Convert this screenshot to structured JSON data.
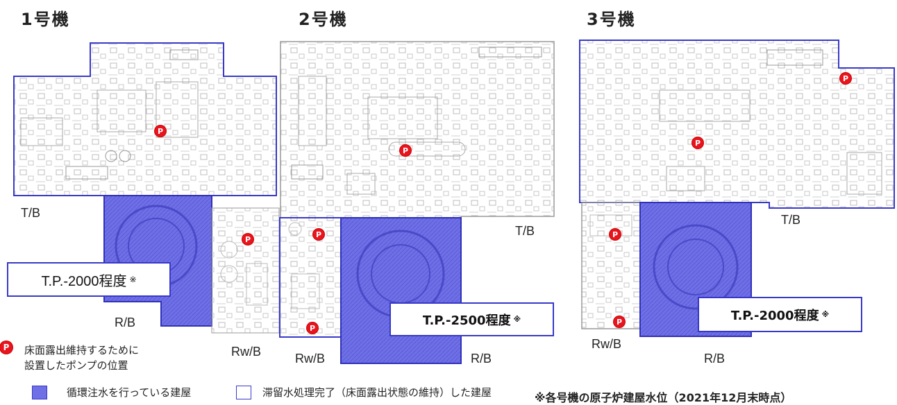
{
  "units": [
    {
      "title": "1号機",
      "turbine": "T/B",
      "reactor": "R/B",
      "water_level": "T.P.-2000程度",
      "mark": "※"
    },
    {
      "title": "2号機",
      "turbine": "T/B",
      "radwaste": "Rw/B",
      "reactor": "R/B",
      "water_level": "T.P.-2500程度",
      "mark": "※"
    },
    {
      "title": "3号機",
      "turbine": "T/B",
      "radwaste": "Rw/B",
      "reactor": "R/B",
      "water_level": "T.P.-2000程度",
      "mark": "※"
    }
  ],
  "unit1_rwb": "Rw/B",
  "legend": {
    "pump_symbol": "P",
    "pump_text_line1": "床面露出維持するために",
    "pump_text_line2": "設置したポンプの位置",
    "circulating": "循環注水を行っている建屋",
    "completed": "滞留水処理完了（床面露出状態の維持）した建屋"
  },
  "footnote": "※各号機の原子炉建屋水位（2021年12月末時点）",
  "colors": {
    "circulating_fill": "#6f6fe6",
    "outline": "#3838c8",
    "pump": "#e8141e"
  }
}
